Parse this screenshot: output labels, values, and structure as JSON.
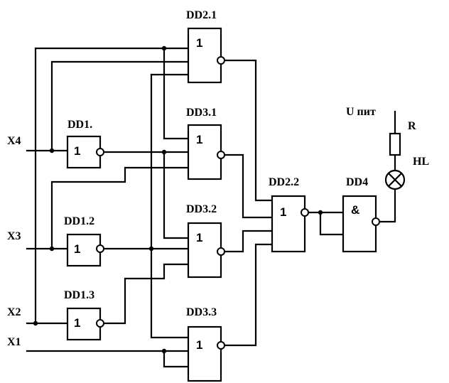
{
  "gates": {
    "dd2_1": {
      "label": "DD2.1",
      "symbol": "1"
    },
    "dd3_1": {
      "label": "DD3.1",
      "symbol": "1"
    },
    "dd3_2": {
      "label": "DD3.2",
      "symbol": "1"
    },
    "dd3_3": {
      "label": "DD3.3",
      "symbol": "1"
    },
    "dd1_1": {
      "label": "DD1.",
      "symbol": "1"
    },
    "dd1_2": {
      "label": "DD1.2",
      "symbol": "1"
    },
    "dd1_3": {
      "label": "DD1.3",
      "symbol": "1"
    },
    "dd2_2": {
      "label": "DD2.2",
      "symbol": "1"
    },
    "dd4": {
      "label": "DD4",
      "symbol": "&"
    }
  },
  "inputs": {
    "x4": "X4",
    "x3": "X3",
    "x2": "X2",
    "x1": "X1"
  },
  "output": {
    "supply": "U пит",
    "resistor": "R",
    "lamp": "HL"
  }
}
